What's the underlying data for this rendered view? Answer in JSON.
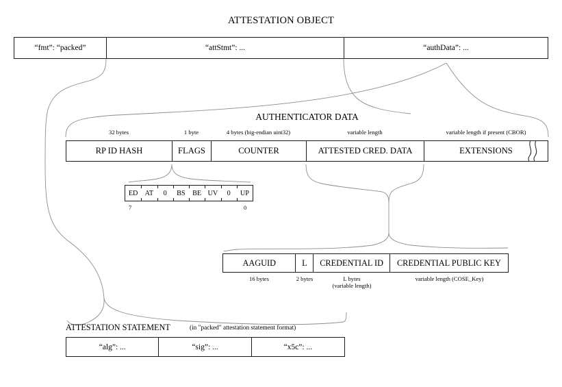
{
  "diagram": {
    "title": "ATTESTATION OBJECT",
    "attestation_object": {
      "fields": [
        {
          "label": "“fmt”: “packed”",
          "name": "fmt"
        },
        {
          "label": "“attStmt”: ...",
          "name": "attstmt"
        },
        {
          "label": "“authData”: ...",
          "name": "authdata"
        }
      ]
    },
    "authenticator_data": {
      "title": "AUTHENTICATOR DATA",
      "fields": [
        {
          "label": "RP ID HASH",
          "size": "32 bytes",
          "name": "rp-id-hash"
        },
        {
          "label": "FLAGS",
          "size": "1 byte",
          "name": "flags"
        },
        {
          "label": "COUNTER",
          "size": "4 bytes (big-endian uint32)",
          "name": "counter"
        },
        {
          "label": "ATTESTED CRED. DATA",
          "size": "variable length",
          "name": "attested-cred-data"
        },
        {
          "label": "EXTENSIONS",
          "size": "variable length if present (CBOR)",
          "name": "extensions"
        }
      ]
    },
    "flags_byte": {
      "bits": [
        "ED",
        "AT",
        "0",
        "BS",
        "BE",
        "UV",
        "0",
        "UP"
      ],
      "high_bit_index": "7",
      "low_bit_index": "0"
    },
    "attested_credential_data": {
      "fields": [
        {
          "label": "AAGUID",
          "size": "16 bytes",
          "name": "aaguid"
        },
        {
          "label": "L",
          "size": "2 bytes",
          "name": "credential-id-length"
        },
        {
          "label": "CREDENTIAL ID",
          "size": "L bytes\n(variable length)",
          "size_line1": "L bytes",
          "size_line2": "(variable length)",
          "name": "credential-id"
        },
        {
          "label": "CREDENTIAL PUBLIC KEY",
          "size": "variable length (COSE_Key)",
          "name": "credential-public-key"
        }
      ]
    },
    "attestation_statement": {
      "title": "ATTESTATION STATEMENT",
      "note": "(in \"packed\" attestation statement format)",
      "fields": [
        {
          "label": "“alg”: ...",
          "name": "alg"
        },
        {
          "label": "“sig”: ...",
          "name": "sig"
        },
        {
          "label": "“x5c”: ...",
          "name": "x5c"
        }
      ]
    },
    "colors": {
      "background": "#ffffff",
      "box_border": "#1a1a1a",
      "connector": "#8d8d8d",
      "text": "#000000"
    }
  }
}
